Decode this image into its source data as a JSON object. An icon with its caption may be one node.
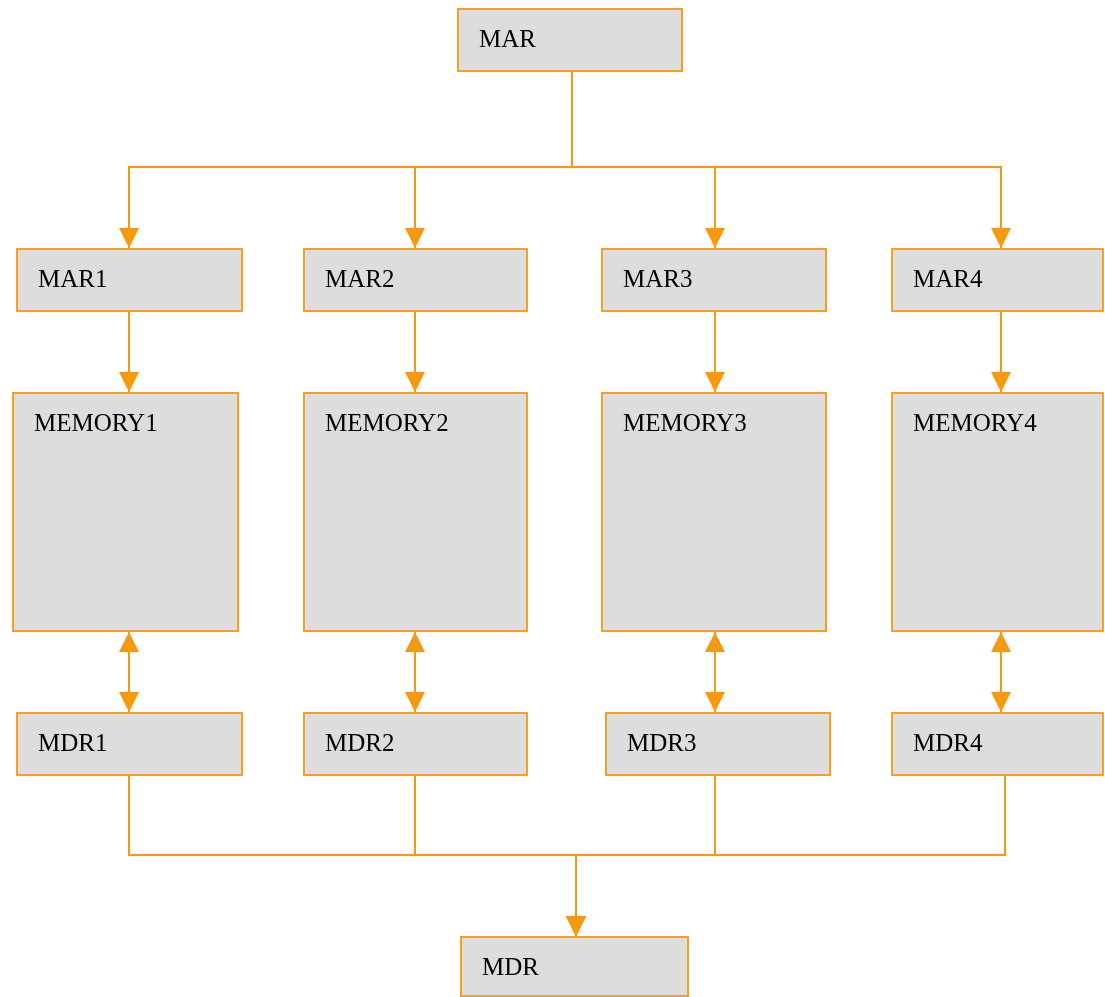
{
  "diagram": {
    "nodes": [
      {
        "text": [
          "MAR"
        ]
      },
      {
        "text": [
          "MAR1"
        ]
      },
      {
        "text": [
          "MAR2"
        ]
      },
      {
        "text": [
          "MAR3"
        ]
      },
      {
        "text": [
          "MAR4"
        ]
      },
      {
        "text": [
          "MEMORY1"
        ]
      },
      {
        "text": [
          "MEMORY2"
        ]
      },
      {
        "text": [
          "MEMORY3"
        ]
      },
      {
        "text": [
          "MEMORY4"
        ]
      },
      {
        "text": [
          "MDR1"
        ]
      },
      {
        "text": [
          "MDR2"
        ]
      },
      {
        "text": [
          "MDR3"
        ]
      },
      {
        "text": [
          "MDR4"
        ]
      },
      {
        "text": [
          "MDR"
        ]
      }
    ],
    "edges": [
      {
        "from": 0,
        "to": 1,
        "arrow": "to"
      },
      {
        "from": 0,
        "to": 2,
        "arrow": "to"
      },
      {
        "from": 0,
        "to": 3,
        "arrow": "to"
      },
      {
        "from": 0,
        "to": 4,
        "arrow": "to"
      },
      {
        "from": 1,
        "to": 5,
        "arrow": "to"
      },
      {
        "from": 2,
        "to": 6,
        "arrow": "to"
      },
      {
        "from": 3,
        "to": 7,
        "arrow": "to"
      },
      {
        "from": 4,
        "to": 8,
        "arrow": "to"
      },
      {
        "from": 5,
        "to": 9,
        "arrow": "both"
      },
      {
        "from": 6,
        "to": 10,
        "arrow": "both"
      },
      {
        "from": 7,
        "to": 11,
        "arrow": "both"
      },
      {
        "from": 8,
        "to": 12,
        "arrow": "both"
      },
      {
        "from": 9,
        "to": 13,
        "arrow": "to"
      },
      {
        "from": 10,
        "to": 13,
        "arrow": "to"
      },
      {
        "from": 11,
        "to": 13,
        "arrow": "to"
      },
      {
        "from": 12,
        "to": 13,
        "arrow": "to"
      }
    ]
  }
}
